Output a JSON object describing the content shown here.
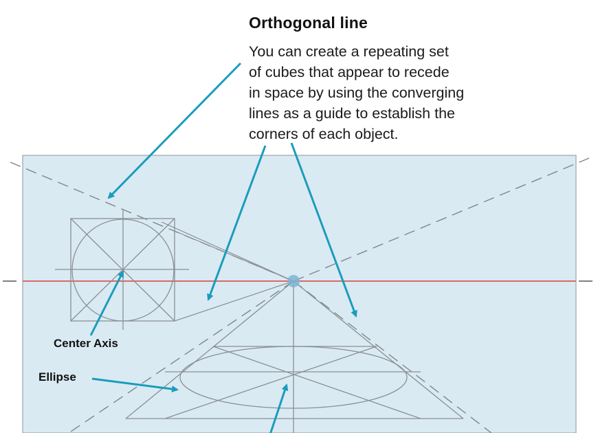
{
  "callout": {
    "title": "Orthogonal line",
    "lines": [
      "You can create a repeating set",
      "of cubes that appear to recede",
      "in space by using the converging",
      "lines as a guide to establish the",
      "corners of each object."
    ]
  },
  "labels": {
    "center_axis": "Center Axis",
    "ellipse": "Ellipse"
  },
  "colors": {
    "paper": "#daeaf3",
    "pencil": "#8a8f94",
    "horizon": "#d66a6a",
    "arrow": "#1a9cbc",
    "vanishing_point": "#7fb4d4"
  }
}
